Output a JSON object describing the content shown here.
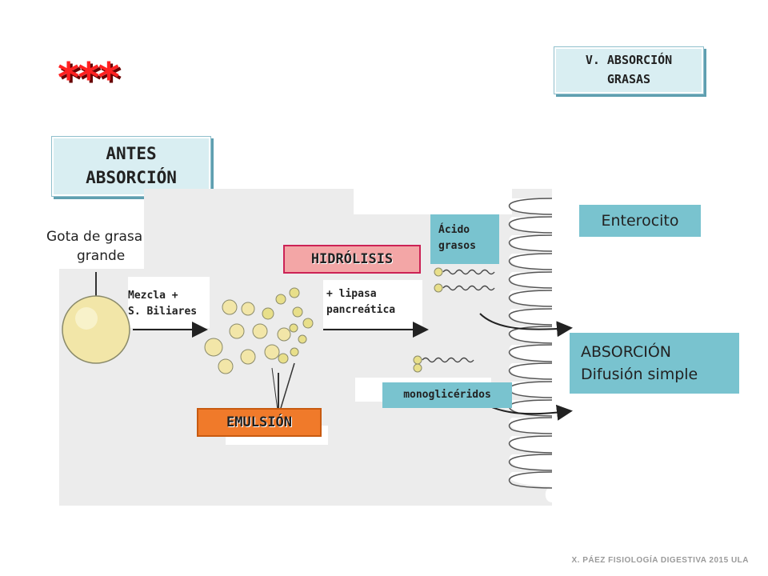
{
  "section_title": "V. ABSORCIÓN GRASAS",
  "section_title_line1": "V. ABSORCIÓN",
  "section_title_line2": "GRASAS",
  "stars": "***",
  "antes_line1": "ANTES",
  "antes_line2": "ABSORCIÓN",
  "gota_line1": "Gota de grasa",
  "gota_line2": "grande",
  "mezcla_line1": "Mezcla +",
  "mezcla_line2": "S. Biliares",
  "hidrolisis": "HIDRÓLISIS",
  "lipasa_line1": "+ lipasa",
  "lipasa_line2": "pancreática",
  "acido_line1": "Ácido",
  "acido_line2": "grasos",
  "enterocito": "Enterocito",
  "absorcion_line1": "ABSORCIÓN",
  "absorcion_line2": "Difusión simple",
  "monogliceridos": "monoglicéridos",
  "emulsion": "EMULSIÓN",
  "footer": "X. PÁEZ   FISIOLOGÍA DIGESTIVA 2015  ULA",
  "colors": {
    "hidrolisis_bg": "#f3a6a6",
    "hidrolisis_border": "#cc2255",
    "emulsion_bg": "#f07a2a",
    "teal": "#79c3cf",
    "panel": "#ececec",
    "droplet": "#f2e6a8"
  }
}
